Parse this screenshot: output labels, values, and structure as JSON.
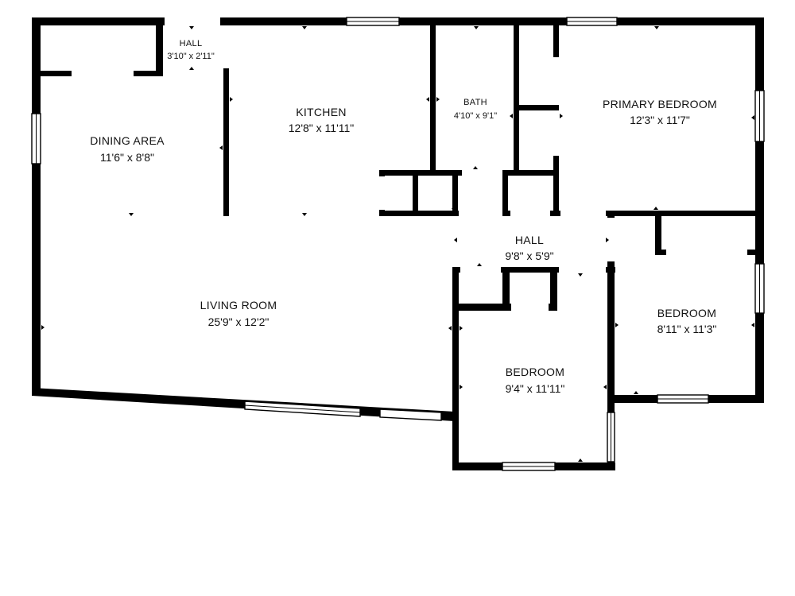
{
  "rooms": [
    {
      "id": "dining-area",
      "name": "DINING AREA",
      "dims": "11'6\" x 8'8\""
    },
    {
      "id": "kitchen",
      "name": "KITCHEN",
      "dims": "12'8\" x 11'11\""
    },
    {
      "id": "hall-small",
      "name": "HALL",
      "dims": "3'10\" x 2'11\""
    },
    {
      "id": "bath",
      "name": "BATH",
      "dims": "4'10\" x 9'1\""
    },
    {
      "id": "primary-bedroom",
      "name": "PRIMARY BEDROOM",
      "dims": "12'3\" x 11'7\""
    },
    {
      "id": "hall",
      "name": "HALL",
      "dims": "9'8\" x 5'9\""
    },
    {
      "id": "living-room",
      "name": "LIVING ROOM",
      "dims": "25'9\" x 12'2\""
    },
    {
      "id": "bedroom-right",
      "name": "BEDROOM",
      "dims": "8'11\" x 11'3\""
    },
    {
      "id": "bedroom-center",
      "name": "BEDROOM",
      "dims": "9'4\" x 11'11\""
    }
  ]
}
